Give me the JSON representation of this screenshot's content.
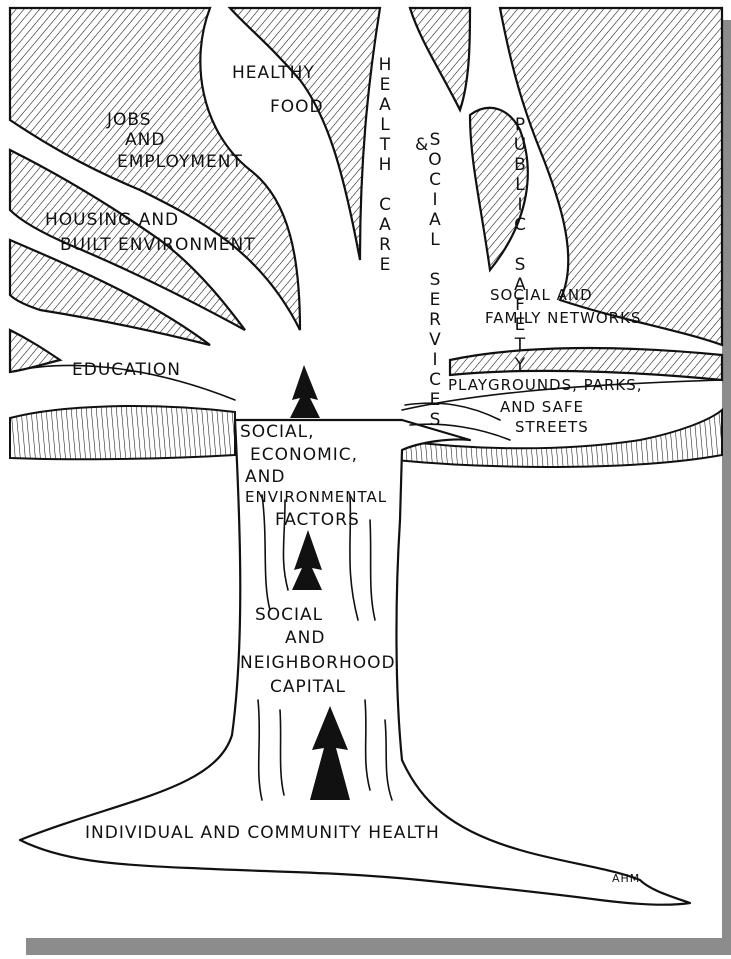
{
  "labels": {
    "jobs_1": "JOBS",
    "jobs_2": "AND",
    "jobs_3": "EMPLOYMENT",
    "food_1": "HEALTHY",
    "food_2": "FOOD",
    "housing_1": "HOUSING AND",
    "housing_2": "BUILT ENVIRONMENT",
    "education": "EDUCATION",
    "health_care": "HEALTH CARE",
    "social_services": "SOCIAL SERVICES",
    "public_safety": "PUBLIC SAFETY",
    "ampersand": "&",
    "networks_1": "SOCIAL AND",
    "networks_2": "FAMILY NETWORKS",
    "parks_1": "PLAYGROUNDS, PARKS,",
    "parks_2": "AND SAFE",
    "parks_3": "STREETS",
    "factors_1": "SOCIAL,",
    "factors_2": "ECONOMIC,",
    "factors_3": "AND",
    "factors_4": "ENVIRONMENTAL",
    "factors_5": "FACTORS",
    "capital_1": "SOCIAL",
    "capital_2": "AND",
    "capital_3": "NEIGHBORHOOD",
    "capital_4": "CAPITAL",
    "base": "INDIVIDUAL AND COMMUNITY HEALTH",
    "signature": "AHM"
  },
  "colors": {
    "ink": "#111111",
    "paper": "#ffffff",
    "shadow": "#8c8c8c"
  }
}
